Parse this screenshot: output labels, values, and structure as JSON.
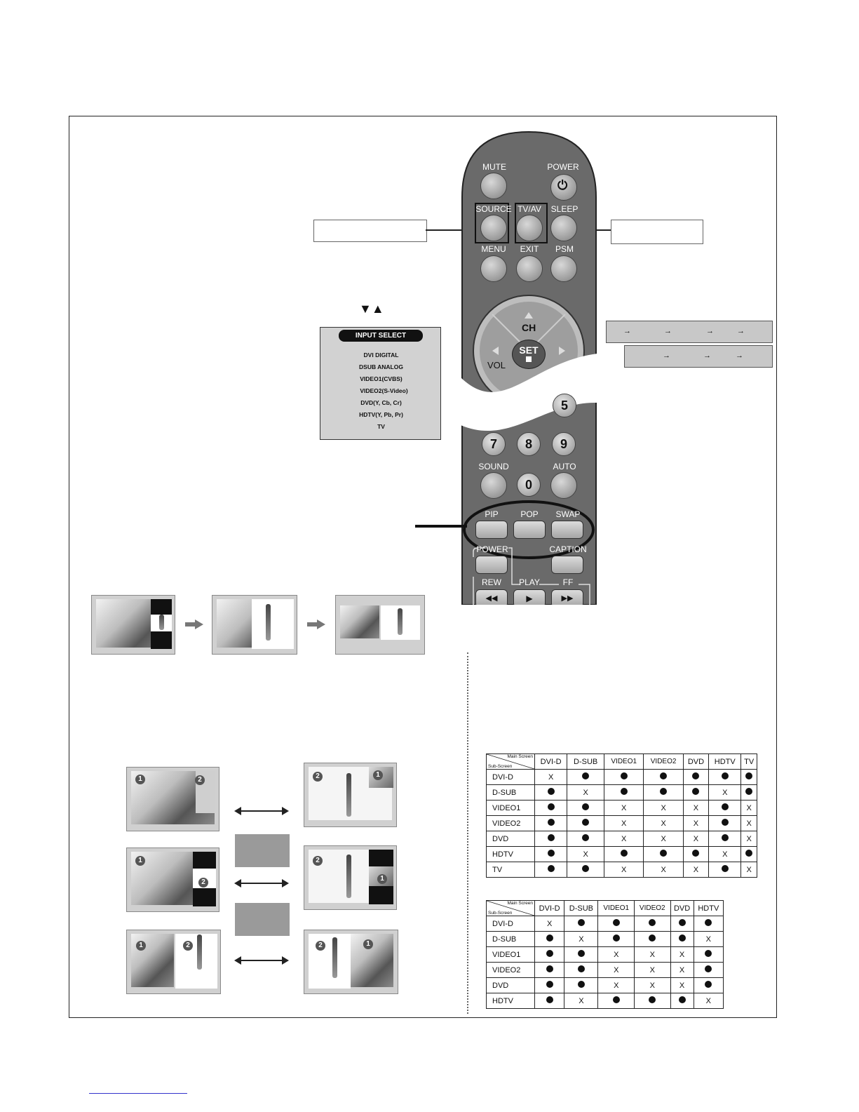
{
  "remote": {
    "buttons_row1": [
      "MUTE",
      "POWER"
    ],
    "buttons_row2": [
      "SOURCE",
      "TV/AV",
      "SLEEP"
    ],
    "buttons_row3": [
      "MENU",
      "EXIT",
      "PSM"
    ],
    "nav": {
      "ch": "CH",
      "set": "SET",
      "vol": "VOL"
    },
    "numbers": [
      "5",
      "7",
      "8",
      "9",
      "0"
    ],
    "row_sound": [
      "SOUND",
      "AUTO"
    ],
    "pip_row": [
      "PIP",
      "POP",
      "SWAP"
    ],
    "bottom_row": [
      "POWER",
      "CAPTION"
    ],
    "transport": {
      "rew": "REW",
      "play": "PLAY",
      "ff": "FF",
      "rew_glyph": "◀◀",
      "play_glyph": "▶",
      "ff_glyph": "▶▶"
    }
  },
  "arrows_label": "▼▲",
  "input_select": {
    "title": "INPUT SELECT",
    "items": [
      "DVI DIGITAL",
      "DSUB ANALOG",
      "VIDEO1(CVBS)",
      "VIDEO2(S-Video)",
      "DVD(Y, Cb, Cr)",
      "HDTV(Y, Pb, Pr)",
      "TV"
    ]
  },
  "sequence_arrows": "→",
  "badges": {
    "one": "1",
    "two": "2"
  },
  "table1": {
    "corner_main": "Main Screen",
    "corner_sub": "Sub-Screen",
    "columns": [
      "DVI-D",
      "D-SUB",
      "VIDEO1",
      "VIDEO2",
      "DVD",
      "HDTV",
      "TV"
    ],
    "rows": [
      {
        "label": "DVI-D",
        "cells": [
          "X",
          "●",
          "●",
          "●",
          "●",
          "●",
          "●"
        ]
      },
      {
        "label": "D-SUB",
        "cells": [
          "●",
          "X",
          "●",
          "●",
          "●",
          "X",
          "●"
        ]
      },
      {
        "label": "VIDEO1",
        "cells": [
          "●",
          "●",
          "X",
          "X",
          "X",
          "●",
          "X"
        ]
      },
      {
        "label": "VIDEO2",
        "cells": [
          "●",
          "●",
          "X",
          "X",
          "X",
          "●",
          "X"
        ]
      },
      {
        "label": "DVD",
        "cells": [
          "●",
          "●",
          "X",
          "X",
          "X",
          "●",
          "X"
        ]
      },
      {
        "label": "HDTV",
        "cells": [
          "●",
          "X",
          "●",
          "●",
          "●",
          "X",
          "●"
        ]
      },
      {
        "label": "TV",
        "cells": [
          "●",
          "●",
          "X",
          "X",
          "X",
          "●",
          "X"
        ]
      }
    ]
  },
  "table2": {
    "corner_main": "Main Screen",
    "corner_sub": "Sub-Screen",
    "columns": [
      "DVI-D",
      "D-SUB",
      "VIDEO1",
      "VIDEO2",
      "DVD",
      "HDTV"
    ],
    "rows": [
      {
        "label": "DVI-D",
        "cells": [
          "X",
          "●",
          "●",
          "●",
          "●",
          "●"
        ]
      },
      {
        "label": "D-SUB",
        "cells": [
          "●",
          "X",
          "●",
          "●",
          "●",
          "X"
        ]
      },
      {
        "label": "VIDEO1",
        "cells": [
          "●",
          "●",
          "X",
          "X",
          "X",
          "●"
        ]
      },
      {
        "label": "VIDEO2",
        "cells": [
          "●",
          "●",
          "X",
          "X",
          "X",
          "●"
        ]
      },
      {
        "label": "DVD",
        "cells": [
          "●",
          "●",
          "X",
          "X",
          "X",
          "●"
        ]
      },
      {
        "label": "HDTV",
        "cells": [
          "●",
          "X",
          "●",
          "●",
          "●",
          "X"
        ]
      }
    ]
  }
}
